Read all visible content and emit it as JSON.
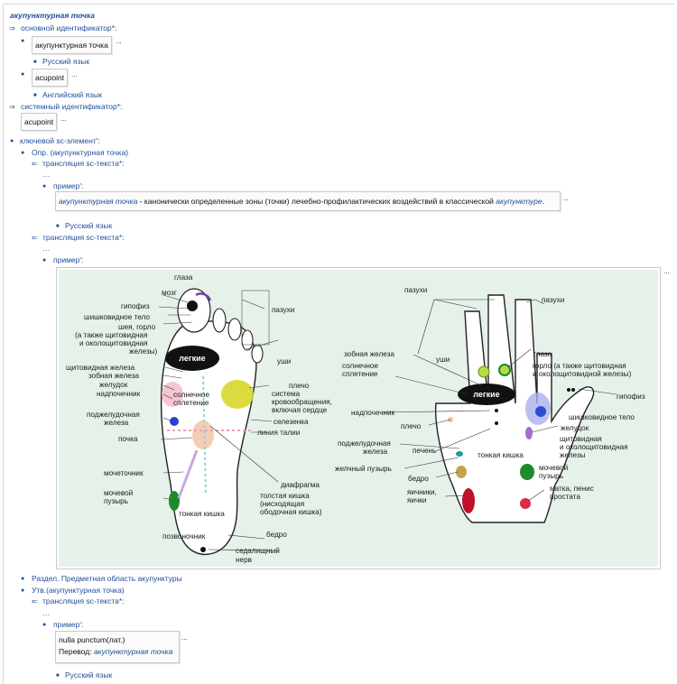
{
  "title": "акупунктурная точка",
  "main_id": {
    "label": "основной идентификатор*:",
    "items": [
      {
        "value": "акупунктурная точка",
        "lang": "Русский язык"
      },
      {
        "value": "acupoint",
        "lang": "Английский язык"
      }
    ]
  },
  "system_id": {
    "label": "системный идентификатор*:",
    "value": "acupoint"
  },
  "key_element": {
    "label": "ключевой sc-элемент':",
    "def": {
      "label": "Опр. (акупунктурная точка)",
      "translation_label": "трансляция sc-текста*:",
      "example_label": "пример':",
      "def_term": "акупунктурная точка",
      "def_text": " - канонически определенные зоны (точки) лечебно-профилактических воздействий в классической ",
      "def_link": "акупунктуре",
      "def_end": ".",
      "lang": "Русский язык",
      "translation_label_2": "трансляция sc-текста*:",
      "example_label_2": "пример':"
    },
    "section": "Раздел. Предметная область акупунктуры",
    "statement": {
      "label": "Утв.(акупунктурная точка)",
      "translation_label": "трансляция sc-текста*:",
      "example_label": "пример':",
      "line1": "nulla punctum(лат.)",
      "line2_prefix": "Перевод: ",
      "line2_term": "акупунктурная точка",
      "lang": "Русский язык"
    }
  },
  "glyphs": {
    "arrow_right": "⇒",
    "arrow_left": "⇐",
    "dot": "●",
    "square": "■",
    "ellipsis": "...",
    "dots": "…"
  },
  "figure": {
    "foot_labels": {
      "mozg": "мозг",
      "glaza": "глаза",
      "gipofiz": "гипофиз",
      "shishk": "шишковидное тело",
      "sheya1": "шея, горло",
      "sheya2": "(а также щитовидная",
      "sheya3": "и околощитовидная",
      "sheya4": "железы)",
      "pazuhi": "пазухи",
      "legkie": "легкие",
      "ushi": "уши",
      "shchit": "щитовидная железа",
      "zobn": "зобная железа",
      "zheludok": "желудок",
      "nadpoch": "надпочечник",
      "solnech1": "солнечное",
      "solnech2": "сплетение",
      "plecho": "плечо",
      "sistema1": "система",
      "sistema2": "кровообращения,",
      "sistema3": "включая сердце",
      "podzhel1": "поджелудочная",
      "podzhel2": "железа",
      "selezenka": "селезенка",
      "pochka": "почка",
      "liniya": "линия талии",
      "mochet": "мочеточник",
      "diafragma": "диафрагма",
      "mochevoy1": "мочевой",
      "mochevoy2": "пузырь",
      "tolst1": "толстая кишка",
      "tolst2": "(нисходящая",
      "tolst3": "ободочная кишка)",
      "tonkaya": "тонкая кишка",
      "pozvon": "позвоночник",
      "bedro": "бедро",
      "sedal1": "седалищный",
      "sedal2": "нерв"
    },
    "hand_labels": {
      "pazuhi1": "пазухи",
      "pazuhi2": "пазухи",
      "zobn": "зобная железа",
      "solnech1": "солнечное",
      "solnech2": "сплетение",
      "ushi": "уши",
      "glaza": "глаза",
      "gorlo1": "горло (а также щитовидная",
      "gorlo2": "и околощитовидной железы)",
      "legkie": "легкие",
      "gipofiz": "гипофиз",
      "nadpoch": "надпочечник",
      "shishk": "шишковидное тело",
      "plecho": "плечо",
      "zheludok": "желудок",
      "shchit1": "щитовидная",
      "shchit2": "и околощитовидная",
      "shchit3": "железы",
      "podzhel1": "поджелудочная",
      "podzhel2": "железа",
      "pechen": "печень",
      "tonkaya": "тонкая кишка",
      "zhelch": "желчный пузырь",
      "mochevoy1": "мочевой",
      "mochevoy2": "пузырь",
      "bedro": "бедро",
      "matka1": "матка, пенис",
      "matka2": "простата",
      "yaichniki1": "яичники,",
      "yaichniki2": "яички"
    }
  }
}
